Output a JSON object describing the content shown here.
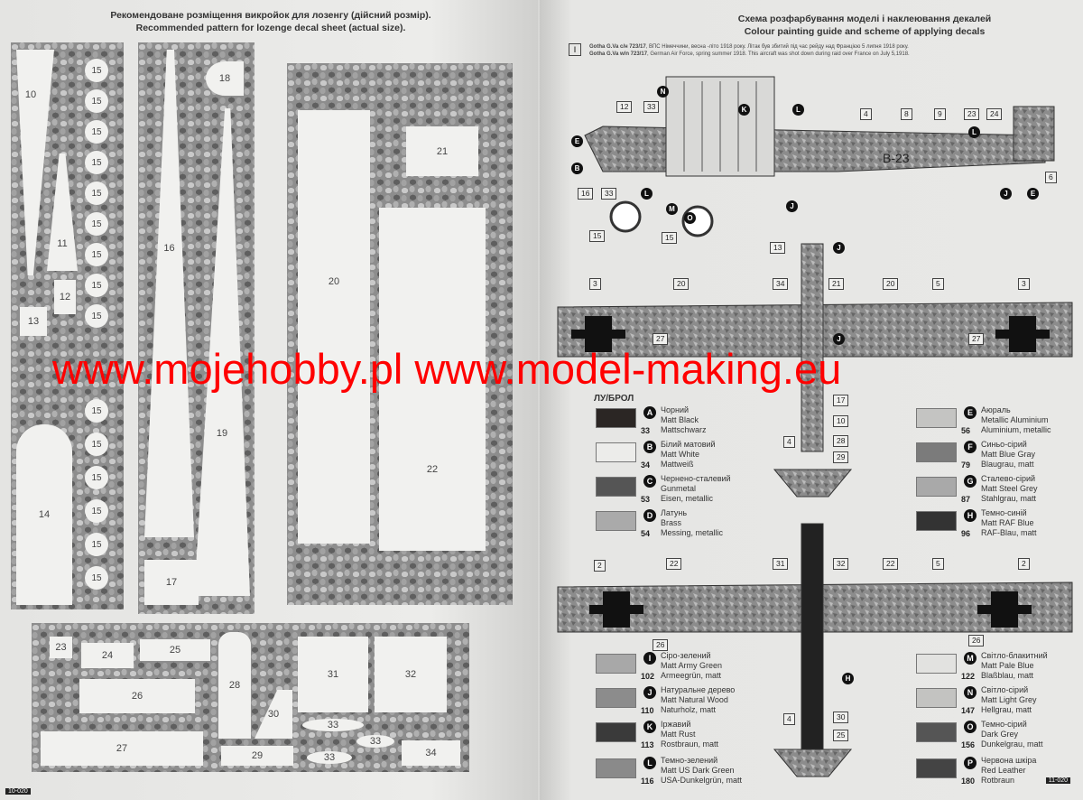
{
  "left_page": {
    "title_uk": "Рекомендоване розміщення викройок для лозенгу (дійсний розмір).",
    "title_en": "Recommended pattern for lozenge decal sheet (actual size).",
    "page_number": "10-020",
    "decals": {
      "d10": "10",
      "d11": "11",
      "d12": "12",
      "d13": "13",
      "d14": "14",
      "d15": "15",
      "d16": "16",
      "d17": "17",
      "d18": "18",
      "d19": "19",
      "d20": "20",
      "d21": "21",
      "d22": "22",
      "d23": "23",
      "d24": "24",
      "d25": "25",
      "d26": "26",
      "d27": "27",
      "d28": "28",
      "d29": "29",
      "d30": "30",
      "d31": "31",
      "d32": "32",
      "d33": "33",
      "d34": "34"
    }
  },
  "right_page": {
    "title_uk": "Схема розфарбування моделі і наклеювання декалей",
    "title_en": "Colour painting guide and scheme of applying decals",
    "variant_marker": "I",
    "variant_uk_bold": "Gotha G.Va  c/н 723/17",
    "variant_uk": ", ВПС Німеччини, весна -літо 1918 року. Літак був збитий під час рейду над Францією 5 липня 1918 року.",
    "variant_en_bold": "Gotha G.Va  w/n 723/17",
    "variant_en": ", German Air Force, spring  summer 1918. This aircraft was shot down during raid over France on July 5,1918.",
    "page_number": "11-020",
    "fuselage_code": "B-23",
    "callouts": [
      "N",
      "12",
      "33",
      "K",
      "L",
      "E",
      "B",
      "16",
      "33",
      "L",
      "M",
      "O",
      "J",
      "15",
      "15",
      "4",
      "8",
      "9",
      "23",
      "24",
      "L",
      "J",
      "E",
      "6",
      "13",
      "J",
      "3",
      "20",
      "34",
      "21",
      "20",
      "5",
      "3",
      "27",
      "27",
      "J",
      "17",
      "10",
      "4",
      "28",
      "29",
      "2",
      "22",
      "31",
      "32",
      "22",
      "5",
      "2",
      "26",
      "26",
      "H",
      "4",
      "30",
      "25"
    ],
    "colours": [
      {
        "letter": "A",
        "code": "33",
        "uk": "Чорний",
        "en": "Matt Black",
        "de": "Mattschwarz",
        "color": "#2b2624"
      },
      {
        "letter": "B",
        "code": "34",
        "uk": "Білий матовий",
        "en": "Matt White",
        "de": "Mattweiß",
        "color": "#ececea"
      },
      {
        "letter": "C",
        "code": "53",
        "uk": "Чернено-сталевий",
        "en": "Gunmetal",
        "de": "Eisen, metallic",
        "color": "#555"
      },
      {
        "letter": "D",
        "code": "54",
        "uk": "Латунь",
        "en": "Brass",
        "de": "Messing, metallic",
        "color": "#aaa"
      },
      {
        "letter": "E",
        "code": "56",
        "uk": "Аюраль",
        "en": "Metallic Aluminium",
        "de": "Aluminium, metallic",
        "color": "#c4c4c2"
      },
      {
        "letter": "F",
        "code": "79",
        "uk": "Синьо-сірий",
        "en": "Matt Blue Gray",
        "de": "Blaugrau, matt",
        "color": "#7b7b7b"
      },
      {
        "letter": "G",
        "code": "87",
        "uk": "Сталево-сірий",
        "en": "Matt Steel Grey",
        "de": "Stahlgrau, matt",
        "color": "#a9a9a9"
      },
      {
        "letter": "H",
        "code": "96",
        "uk": "Темно-синій",
        "en": "Matt RAF Blue",
        "de": "RAF-Blau, matt",
        "color": "#333"
      },
      {
        "letter": "I",
        "code": "102",
        "uk": "Сіро-зелений",
        "en": "Matt Army Green",
        "de": "Armeegrün, matt",
        "color": "#a8a8a8"
      },
      {
        "letter": "J",
        "code": "110",
        "uk": "Натуральне дерево",
        "en": "Matt Natural Wood",
        "de": "Naturholz, matt",
        "color": "#8c8c8c"
      },
      {
        "letter": "K",
        "code": "113",
        "uk": "Іржавий",
        "en": "Matt Rust",
        "de": "Rostbraun, matt",
        "color": "#3a3a3a"
      },
      {
        "letter": "L",
        "code": "116",
        "uk": "Темно-зелений",
        "en": "Matt US Dark Green",
        "de": "USA-Dunkelgrün, matt",
        "color": "#8a8a8a"
      },
      {
        "letter": "M",
        "code": "122",
        "uk": "Світло-блакитний",
        "en": "Matt Pale Blue",
        "de": "Blaßblau, matt",
        "color": "#e2e2e0"
      },
      {
        "letter": "N",
        "code": "147",
        "uk": "Світло-сірий",
        "en": "Matt Light Grey",
        "de": "Hellgrau, matt",
        "color": "#c3c3c1"
      },
      {
        "letter": "O",
        "code": "156",
        "uk": "Темно-сірий",
        "en": "Dark Grey",
        "de": "Dunkelgrau, matt",
        "color": "#555"
      },
      {
        "letter": "P",
        "code": "180",
        "uk": "Червона шкіра",
        "en": "Red Leather",
        "de": "Rotbraun",
        "color": "#444"
      }
    ],
    "legend_partial": "ЛУ/БРОЛ"
  },
  "watermark": "www.mojehobby.pl www.model-making.eu"
}
